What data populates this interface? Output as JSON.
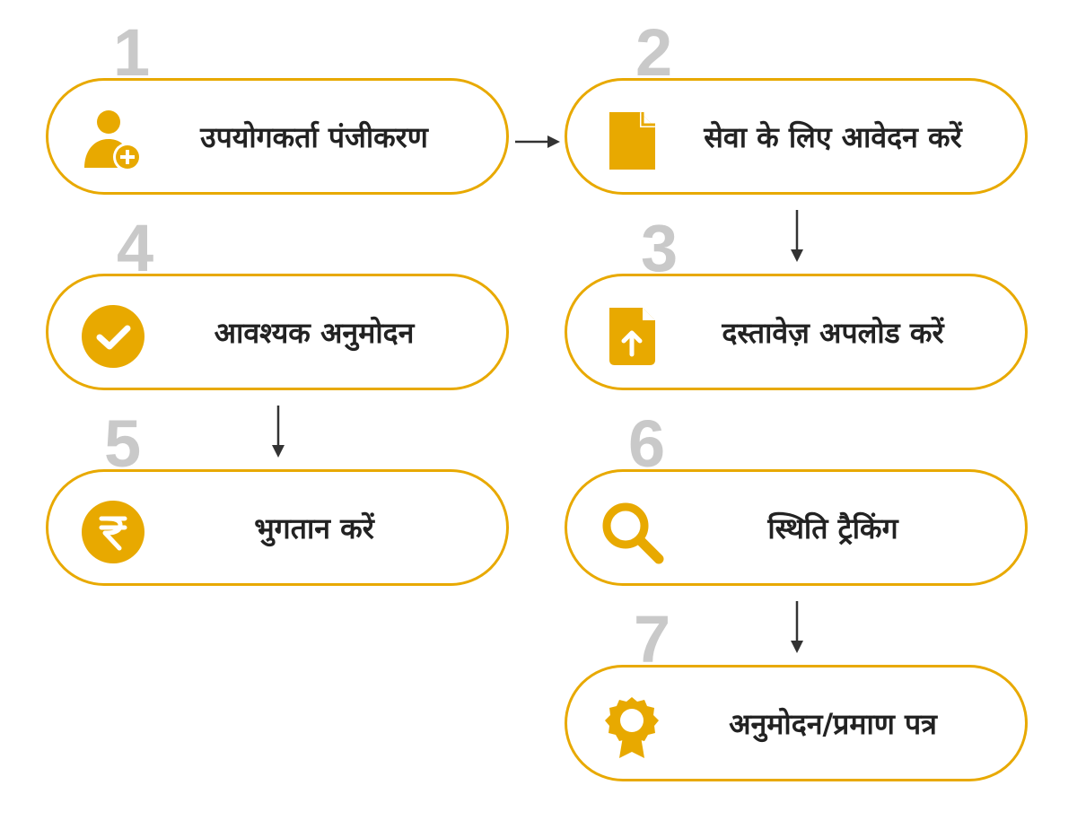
{
  "colors": {
    "accent": "#e8a900",
    "number": "#c9c9c9",
    "text": "#222222",
    "arrow": "#333333"
  },
  "steps": [
    {
      "number": "1",
      "label": "उपयोगकर्ता पंजीकरण",
      "icon": "user-add-icon"
    },
    {
      "number": "2",
      "label": "सेवा के लिए आवेदन करें",
      "icon": "document-icon"
    },
    {
      "number": "3",
      "label": "दस्तावेज़ अपलोड करें",
      "icon": "upload-document-icon"
    },
    {
      "number": "4",
      "label": "आवश्यक अनुमोदन",
      "icon": "check-circle-icon"
    },
    {
      "number": "5",
      "label": "भुगतान करें",
      "icon": "rupee-icon"
    },
    {
      "number": "6",
      "label": "स्थिति ट्रैकिंग",
      "icon": "search-icon"
    },
    {
      "number": "7",
      "label": "अनुमोदन/प्रमाण पत्र",
      "icon": "certificate-badge-icon"
    }
  ]
}
